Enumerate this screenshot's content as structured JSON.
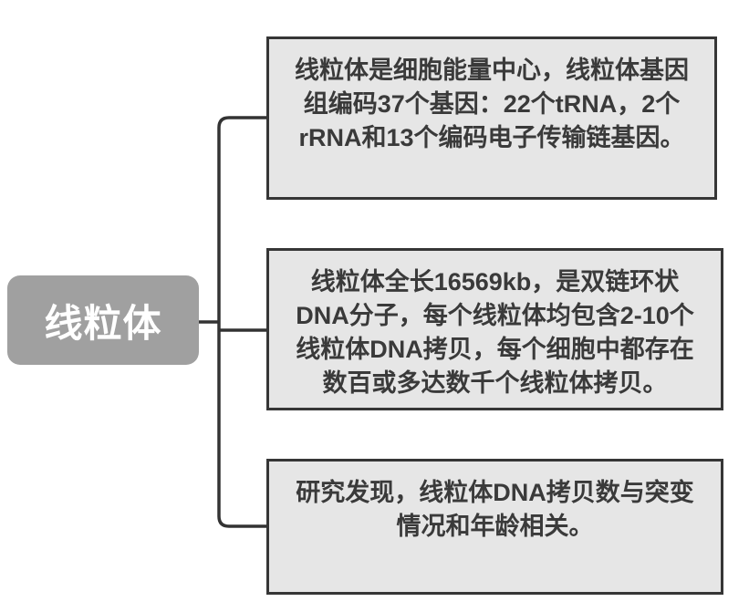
{
  "diagram": {
    "root": {
      "label": "线粒体"
    },
    "branches": [
      {
        "text": "线粒体是细胞能量中心，线粒体基因组编码37个基因：22个tRNA，2个rRNA和13个编码电子传输链基因。"
      },
      {
        "text": "线粒体全长16569kb，是双链环状DNA分子，每个线粒体均包含2-10个线粒体DNA拷贝，每个细胞中都存在数百或多达数千个线粒体拷贝。"
      },
      {
        "text": "研究发现，线粒体DNA拷贝数与突变情况和年龄相关。"
      }
    ],
    "colors": {
      "background": "#ffffff",
      "node_fill": "#a0a0a0",
      "node_text": "#ffffff",
      "box_fill": "#e6e6e6",
      "box_border": "#363636",
      "text": "#3a3a3a",
      "connector": "#333333"
    }
  }
}
